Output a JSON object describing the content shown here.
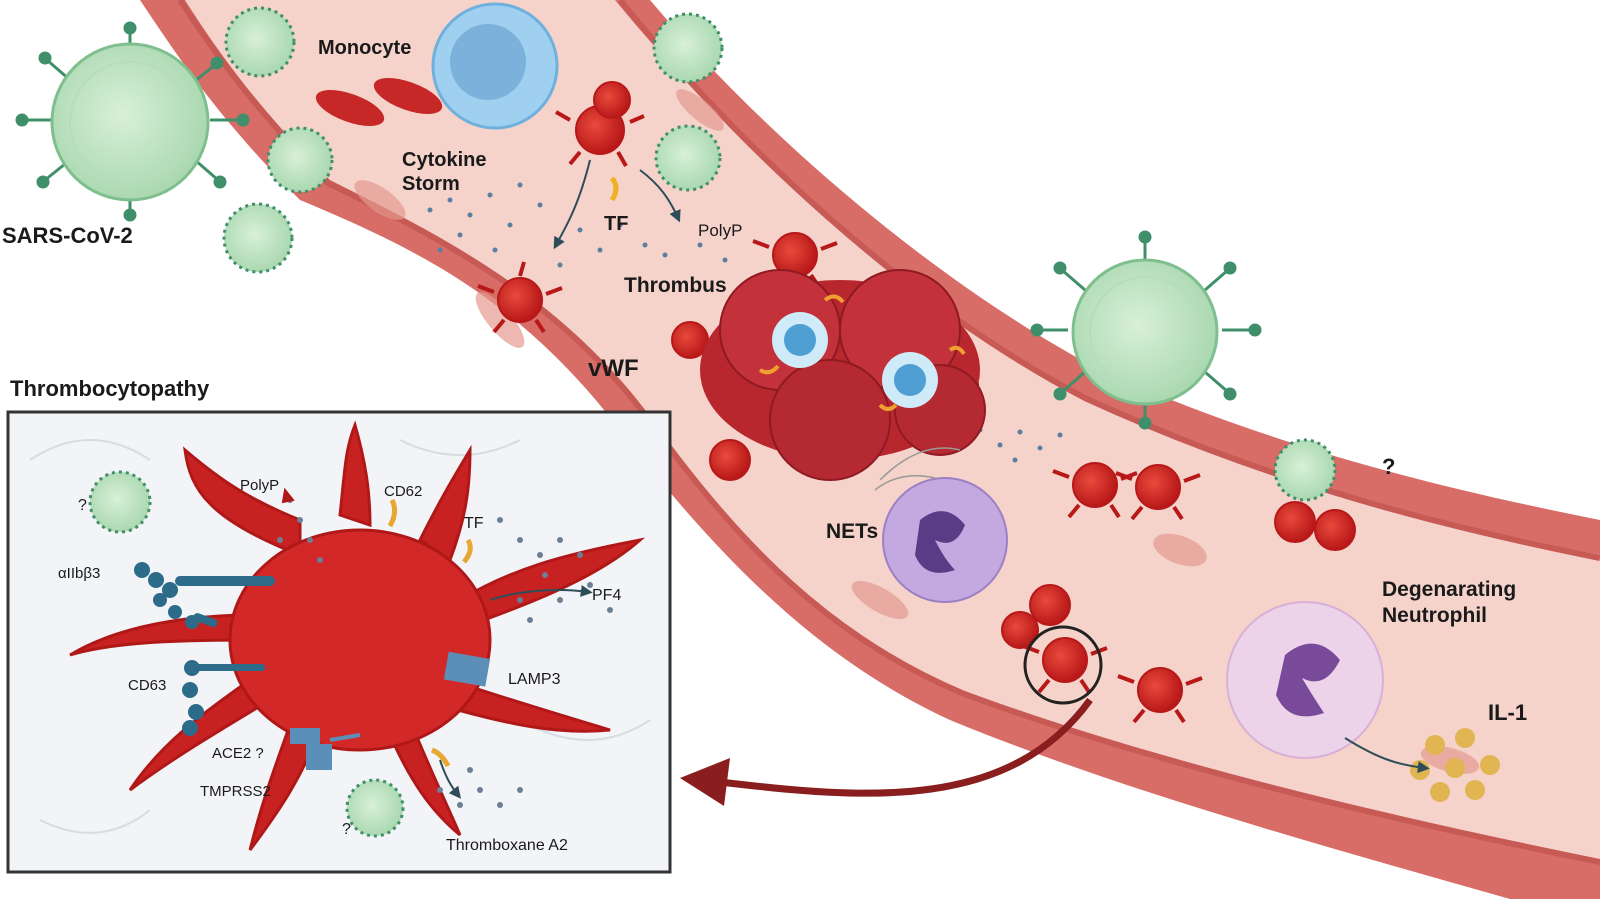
{
  "labels": {
    "sars": "SARS-CoV-2",
    "monocyte": "Monocyte",
    "cytokine1": "Cytokine",
    "cytokine2": "Storm",
    "tf": "TF",
    "polyp": "PolyP",
    "thrombus": "Thrombus",
    "vwf": "vWF",
    "nets": "NETs",
    "q_right": "?",
    "degen1": "Degenarating",
    "degen2": "Neutrophil",
    "il1": "IL-1"
  },
  "inset": {
    "title": "Thrombocytopathy",
    "q1": "?",
    "q2": "?",
    "polyp": "PolyP",
    "cd62": "CD62",
    "tf": "TF",
    "aiib": "αIIbβ3",
    "pf4": "PF4",
    "lamp3": "LAMP3",
    "cd63": "CD63",
    "ace2": "ACE2 ?",
    "tmprss2": "TMPRSS2",
    "thromboxane": "Thromboxane A2"
  },
  "colors": {
    "vessel_wall": "#d9706c",
    "vessel_lumen": "#f6d6cf",
    "platelet": "#cc2222",
    "virus": "#bfe3c2",
    "virus_spike": "#3f8f6a",
    "monocyte": "#8fc8ec",
    "neutrophil": "#b79ad6",
    "degen_neutrophil": "#e7c9e4",
    "il1": "#e0b552",
    "arrow": "#8a1d1d",
    "inset_border": "#333333"
  }
}
